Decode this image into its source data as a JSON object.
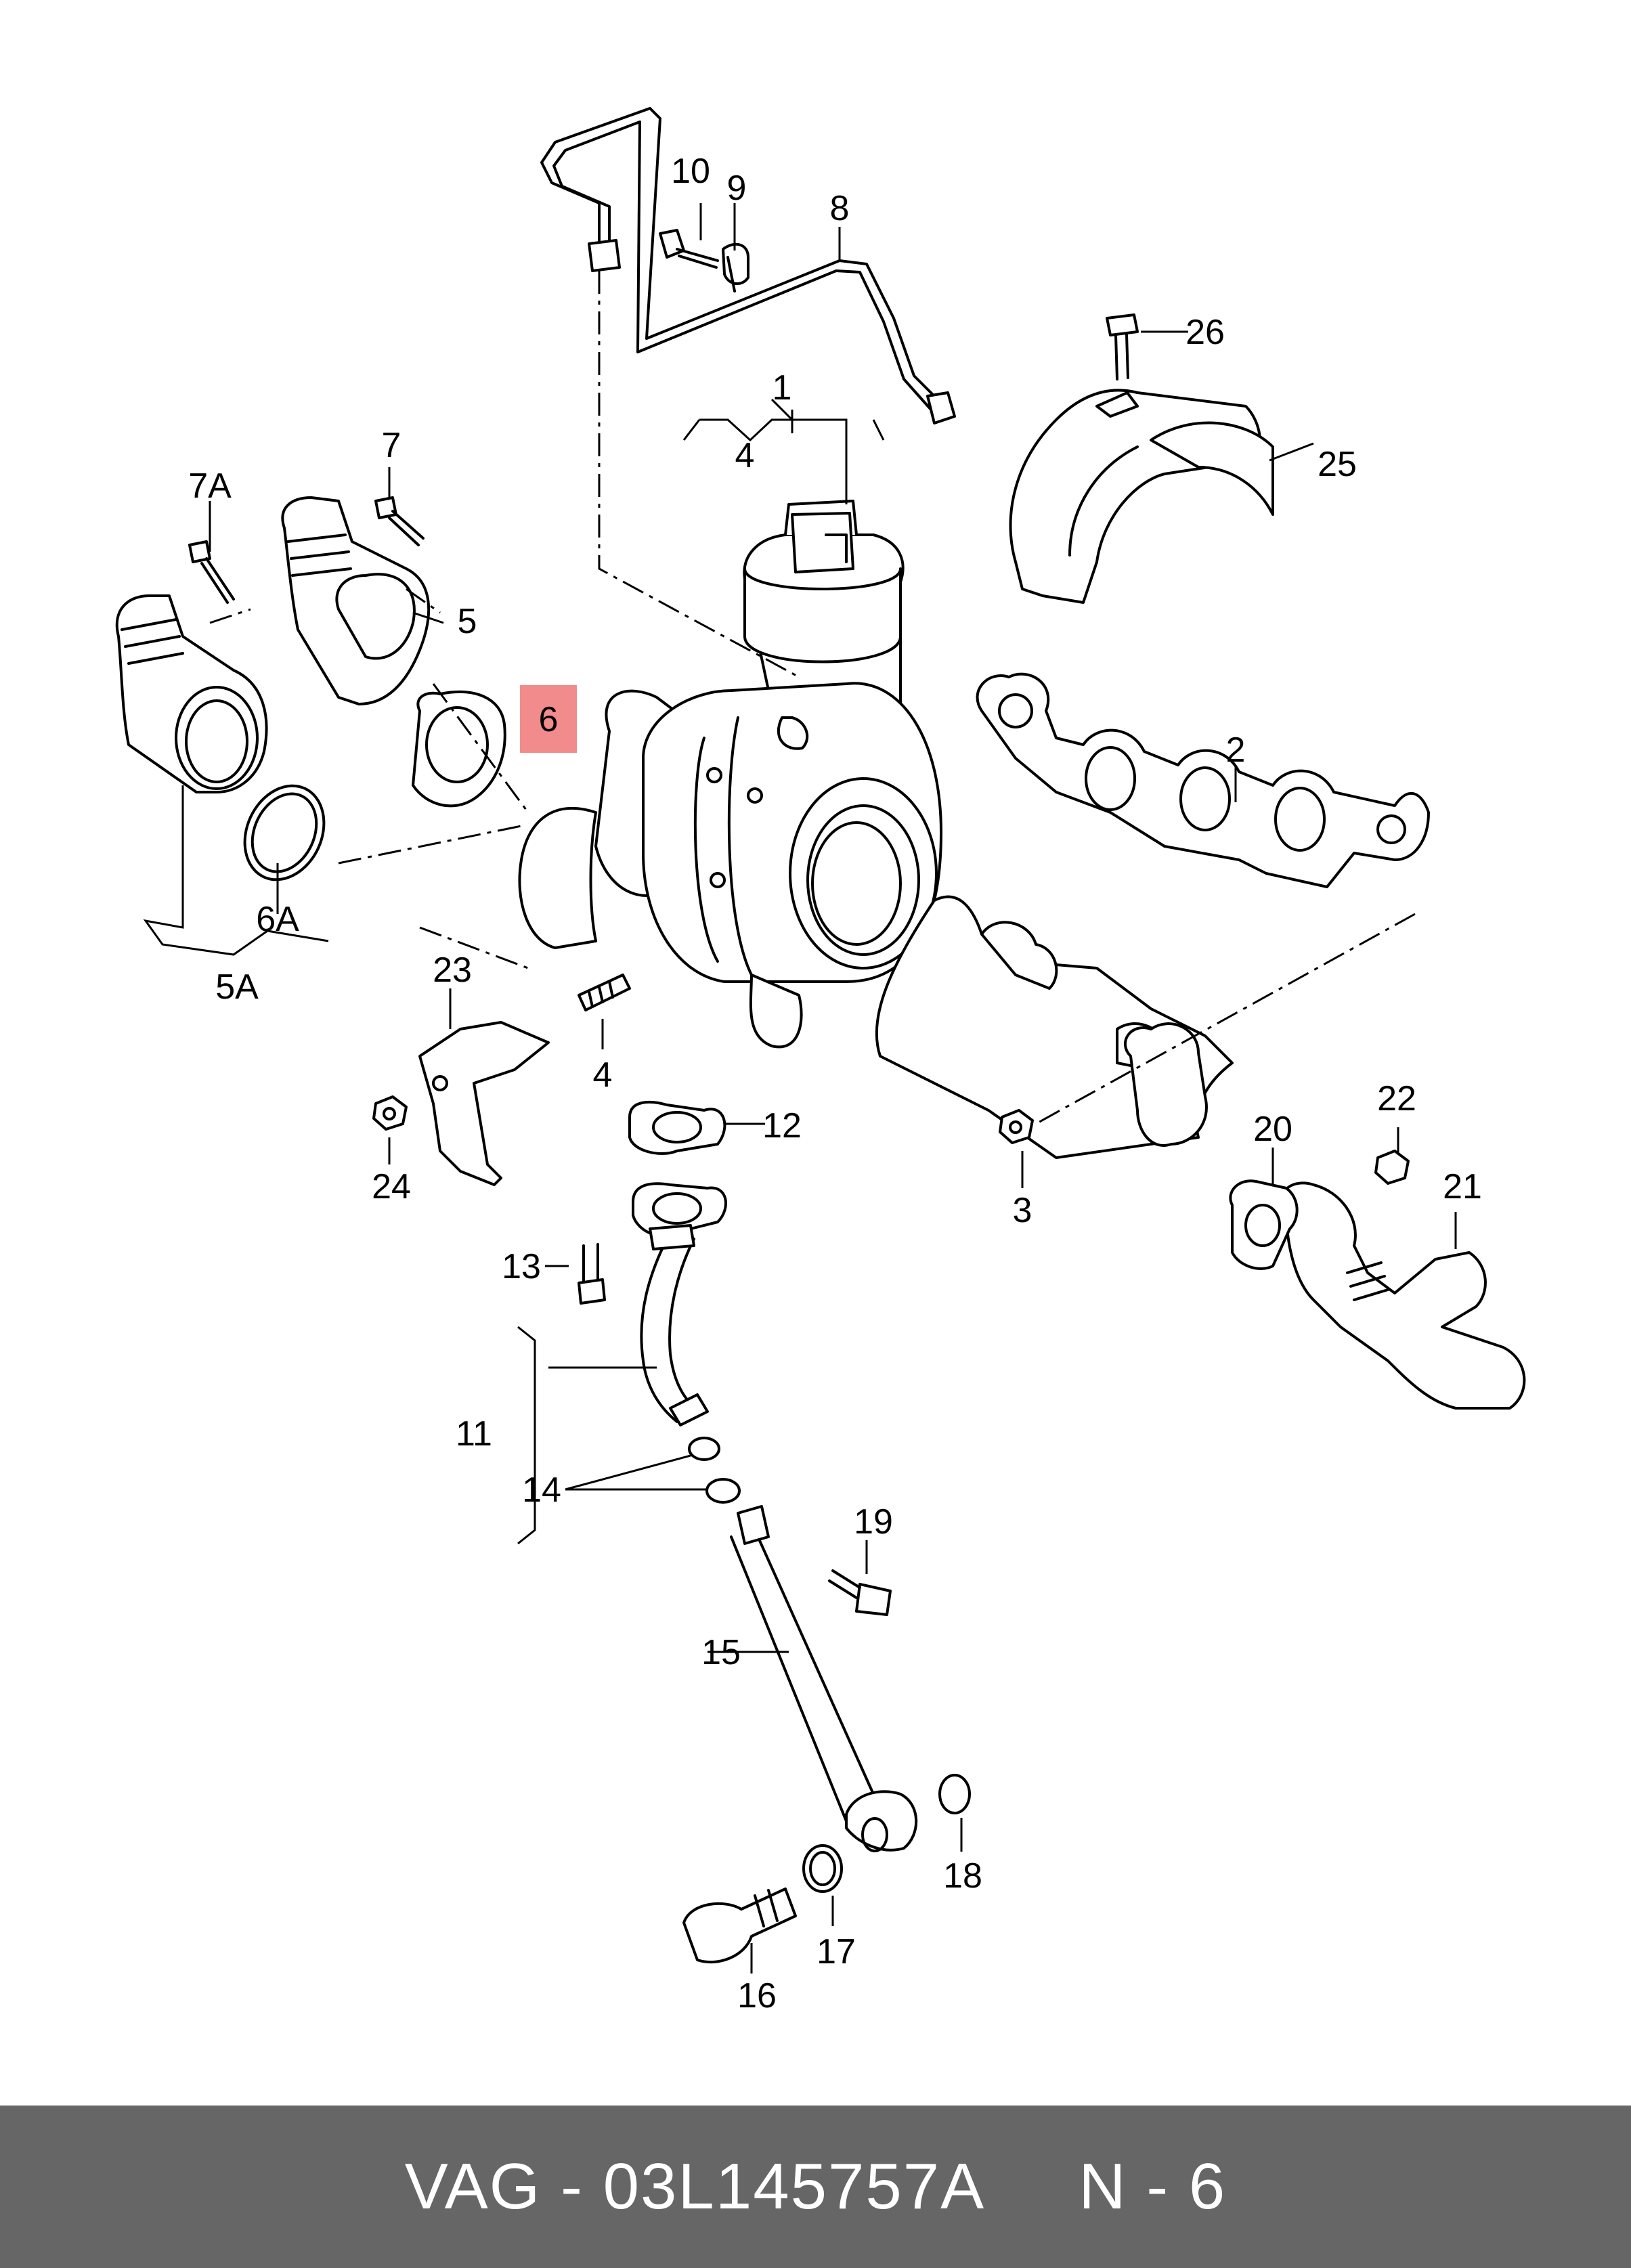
{
  "labels": {
    "p1": "1",
    "p2": "2",
    "p3": "3",
    "p4a": "4",
    "p4b": "4",
    "p5": "5",
    "p5a": "5A",
    "p6": "6",
    "p6a": "6A",
    "p7": "7",
    "p7a": "7A",
    "p8": "8",
    "p9": "9",
    "p10": "10",
    "p11": "11",
    "p12": "12",
    "p13": "13",
    "p14": "14",
    "p15": "15",
    "p16": "16",
    "p17": "17",
    "p18": "18",
    "p19": "19",
    "p20": "20",
    "p21": "21",
    "p22": "22",
    "p23": "23",
    "p24": "24",
    "p25": "25",
    "p26": "26"
  },
  "highlight_color": "#f28b8b",
  "footer": {
    "brand": "VAG",
    "part_number": "03L145757A",
    "position": "N - 6",
    "text": "VAG - 03L145757A     N - 6"
  }
}
